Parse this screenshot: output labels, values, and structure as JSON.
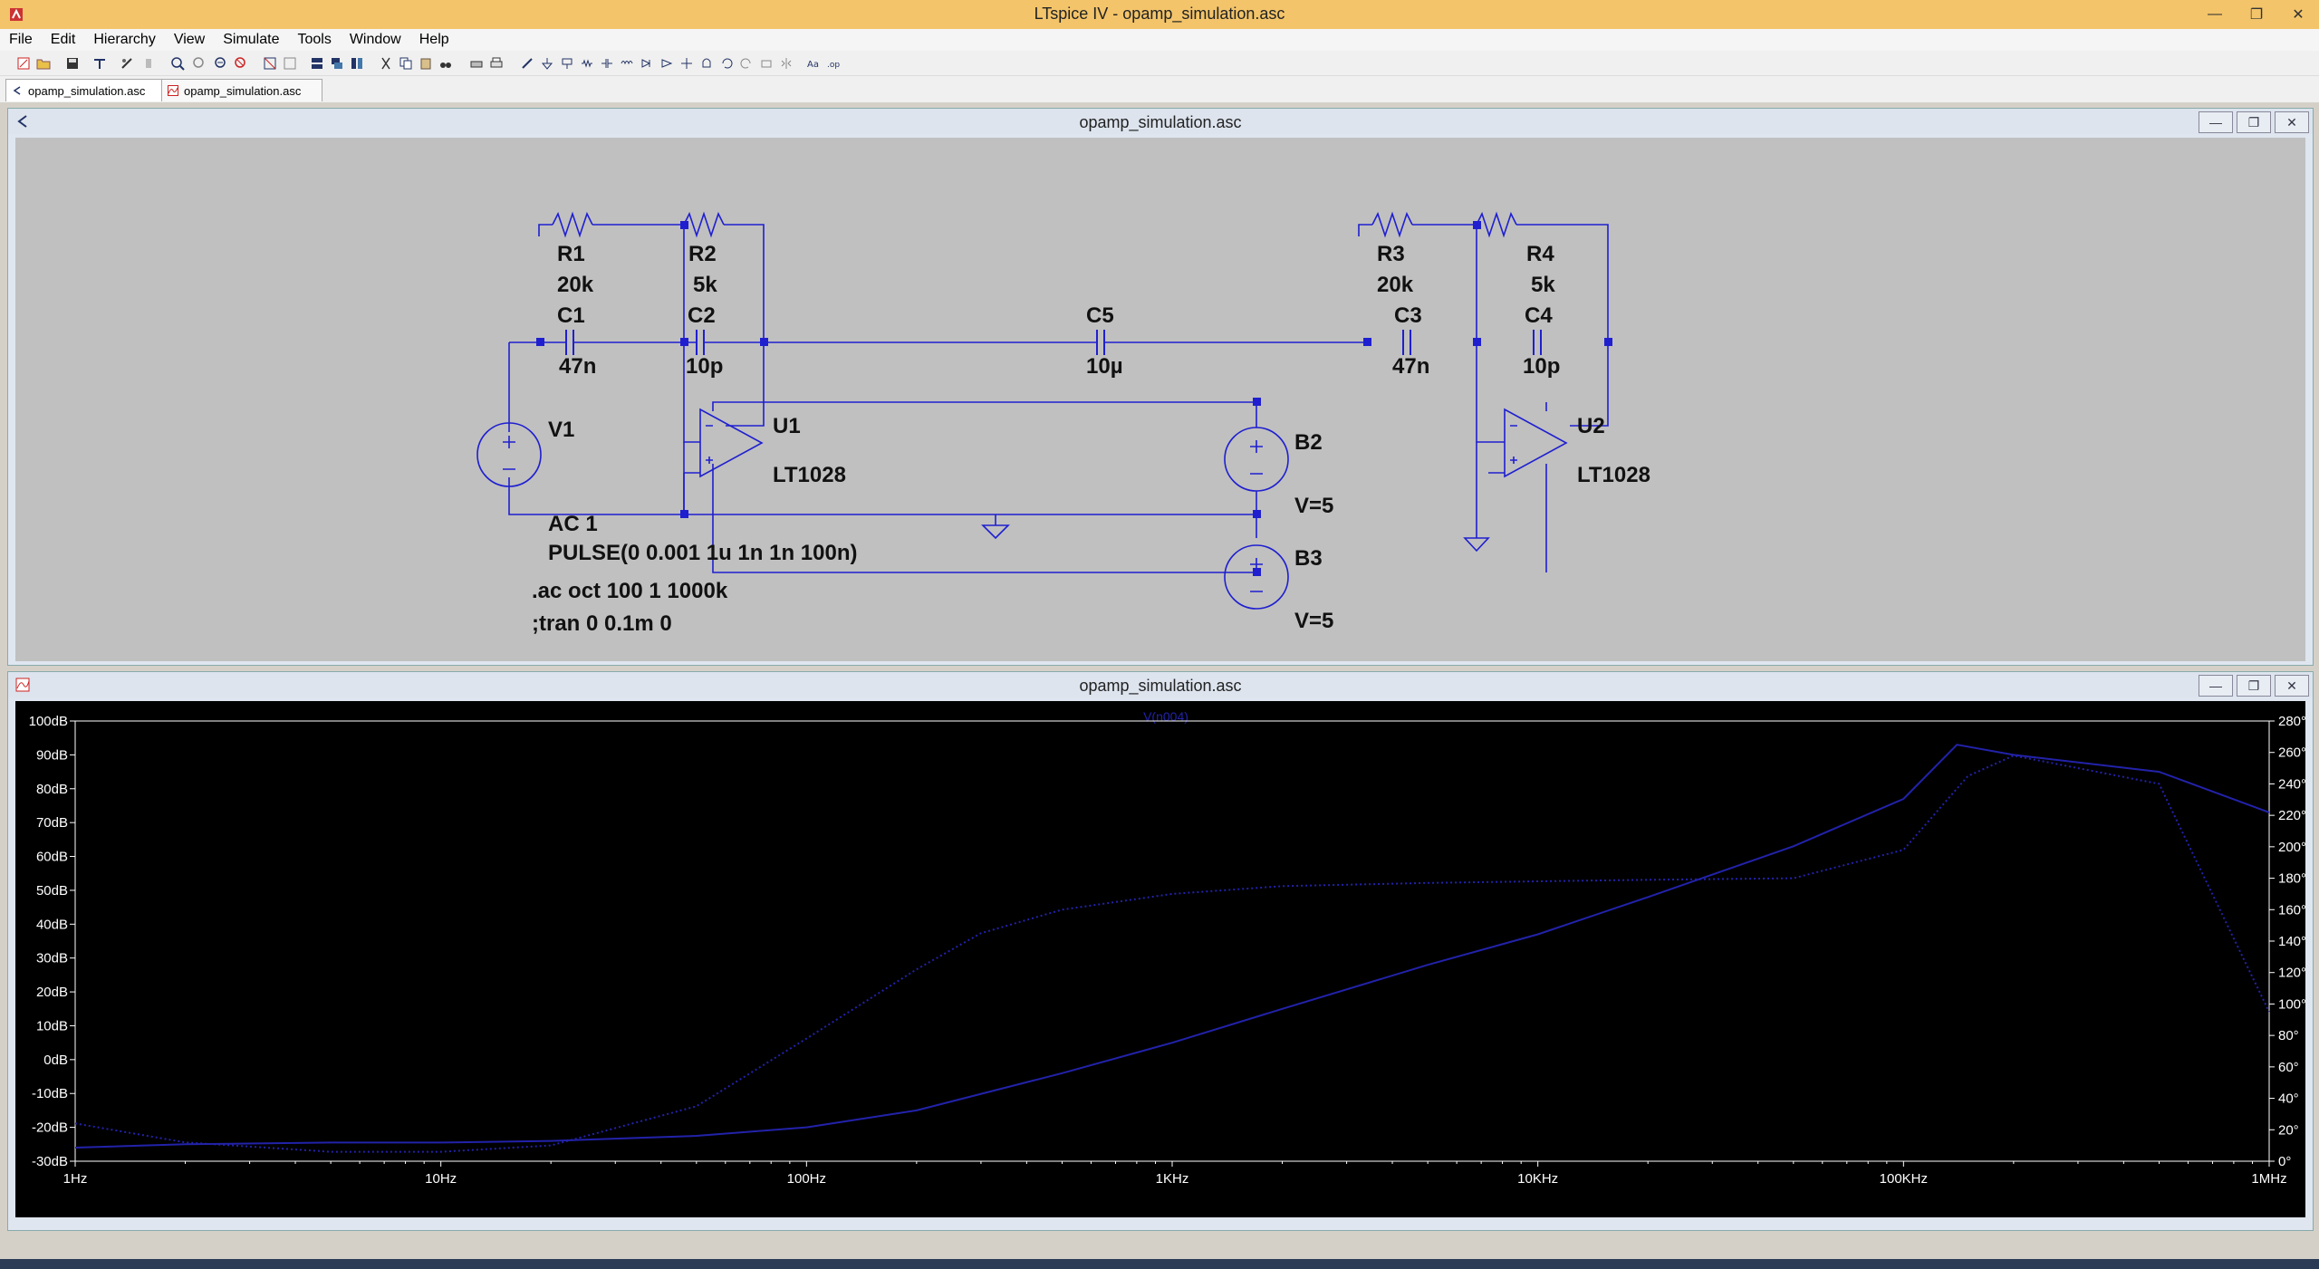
{
  "window": {
    "title": "LTspice IV - opamp_simulation.asc"
  },
  "menu": [
    "File",
    "Edit",
    "Hierarchy",
    "View",
    "Simulate",
    "Tools",
    "Window",
    "Help"
  ],
  "tabs": [
    {
      "label": "opamp_simulation.asc",
      "icon": "schematic-icon",
      "active": true
    },
    {
      "label": "opamp_simulation.asc",
      "icon": "waveform-icon",
      "active": false
    }
  ],
  "schematic": {
    "title": "opamp_simulation.asc",
    "components": {
      "R1": {
        "name": "R1",
        "value": "20k"
      },
      "R2": {
        "name": "R2",
        "value": "5k"
      },
      "R3": {
        "name": "R3",
        "value": "20k"
      },
      "R4": {
        "name": "R4",
        "value": "5k"
      },
      "C1": {
        "name": "C1",
        "value": "47n"
      },
      "C2": {
        "name": "C2",
        "value": "10p"
      },
      "C3": {
        "name": "C3",
        "value": "47n"
      },
      "C4": {
        "name": "C4",
        "value": "10p"
      },
      "C5": {
        "name": "C5",
        "value": "10µ"
      },
      "V1": {
        "name": "V1",
        "value": "AC 1",
        "value2": "PULSE(0 0.001 1u 1n 1n 100n)"
      },
      "U1": {
        "name": "U1",
        "value": "LT1028"
      },
      "U2": {
        "name": "U2",
        "value": "LT1028"
      },
      "B2": {
        "name": "B2",
        "value": "V=5"
      },
      "B3": {
        "name": "B3",
        "value": "V=5"
      }
    },
    "directives": [
      ".ac oct 100 1 1000k",
      ";tran 0 0.1m 0"
    ]
  },
  "plot": {
    "title": "opamp_simulation.asc",
    "trace_label": "V(n004)",
    "colors": {
      "trace": "#2222aa",
      "axis": "#ffffff",
      "background": "#000000"
    }
  },
  "chart_data": {
    "type": "line",
    "xscale": "log",
    "xlim": [
      1,
      1000000
    ],
    "x_ticks": [
      "1Hz",
      "10Hz",
      "100Hz",
      "1KHz",
      "10KHz",
      "100KHz",
      "1MHz"
    ],
    "ylim": [
      -30,
      100
    ],
    "y_ticks": [
      "100dB",
      "90dB",
      "80dB",
      "70dB",
      "60dB",
      "50dB",
      "40dB",
      "30dB",
      "20dB",
      "10dB",
      "0dB",
      "-10dB",
      "-20dB",
      "-30dB"
    ],
    "y2lim": [
      0,
      280
    ],
    "y2_ticks": [
      "280°",
      "260°",
      "240°",
      "220°",
      "200°",
      "180°",
      "160°",
      "140°",
      "120°",
      "100°",
      "80°",
      "60°",
      "40°",
      "20°",
      "0°"
    ],
    "series": [
      {
        "name": "V(n004)",
        "axis": "left",
        "style": "solid",
        "x": [
          1,
          2,
          5,
          10,
          20,
          50,
          100,
          200,
          500,
          1000,
          2000,
          5000,
          10000,
          20000,
          50000,
          100000,
          140000,
          200000,
          500000,
          1000000
        ],
        "y": [
          -26,
          -25,
          -24.5,
          -24.5,
          -24,
          -22.5,
          -20,
          -15,
          -4,
          5,
          15,
          28,
          37,
          48,
          63,
          77,
          93,
          90,
          85,
          73
        ]
      },
      {
        "name": "",
        "axis": "right",
        "style": "dotted",
        "x": [
          1,
          2,
          5,
          10,
          20,
          50,
          100,
          200,
          300,
          500,
          1000,
          2000,
          5000,
          10000,
          20000,
          50000,
          100000,
          150000,
          200000,
          500000,
          1000000
        ],
        "y": [
          24,
          12,
          6,
          6,
          10,
          35,
          78,
          122,
          145,
          160,
          170,
          175,
          177,
          178,
          179,
          180,
          198,
          245,
          258,
          240,
          95
        ]
      }
    ]
  }
}
